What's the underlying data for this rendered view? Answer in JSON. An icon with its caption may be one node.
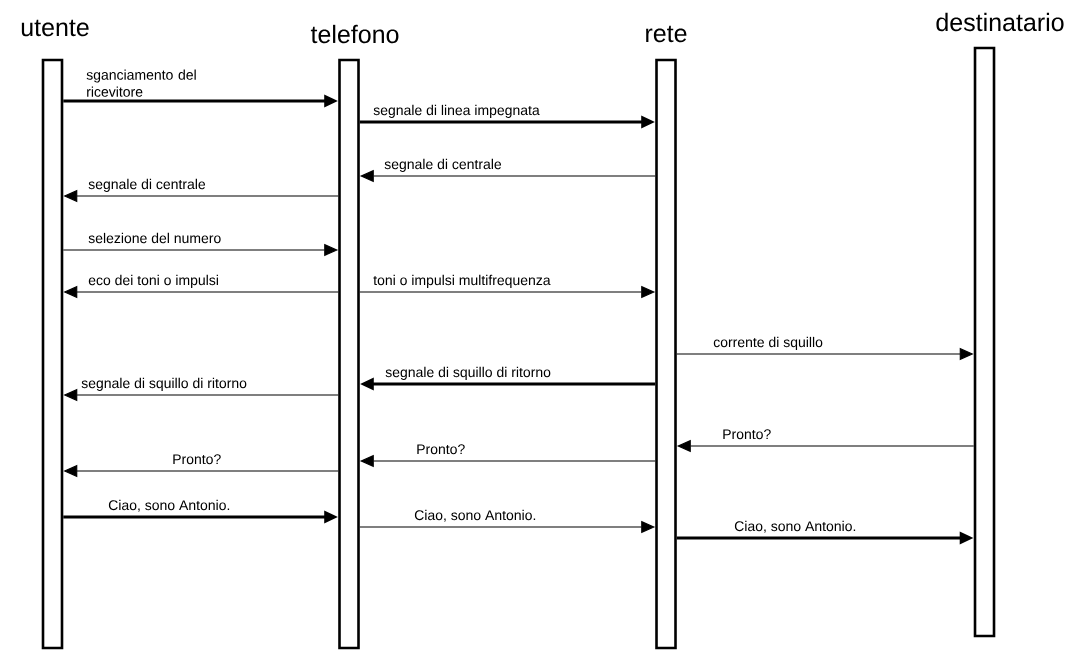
{
  "diagram": {
    "nodes": [
      {
        "text": [
          "utente"
        ]
      },
      {
        "text": [
          "telefono"
        ]
      },
      {
        "text": [
          "rete"
        ]
      },
      {
        "text": [
          "destinatario"
        ]
      }
    ],
    "edges": [
      {
        "from": 0,
        "to": 1,
        "arrow": "to",
        "label": "sganciamento del ricevitore",
        "style": "thick"
      },
      {
        "from": 1,
        "to": 2,
        "arrow": "to",
        "label": "segnale di linea impegnata",
        "style": "thick"
      },
      {
        "from": 2,
        "to": 1,
        "arrow": "to",
        "label": "segnale di centrale"
      },
      {
        "from": 1,
        "to": 0,
        "arrow": "to",
        "label": "segnale di centrale"
      },
      {
        "from": 0,
        "to": 1,
        "arrow": "to",
        "label": "selezione del numero"
      },
      {
        "from": 1,
        "to": 0,
        "arrow": "to",
        "label": "eco dei toni o impulsi"
      },
      {
        "from": 1,
        "to": 2,
        "arrow": "to",
        "label": "toni o impulsi multifrequenza"
      },
      {
        "from": 2,
        "to": 3,
        "arrow": "to",
        "label": "corrente di squillo"
      },
      {
        "from": 2,
        "to": 1,
        "arrow": "to",
        "label": "segnale di squillo di ritorno",
        "style": "thick"
      },
      {
        "from": 1,
        "to": 0,
        "arrow": "to",
        "label": "segnale di squillo di ritorno"
      },
      {
        "from": 3,
        "to": 2,
        "arrow": "to",
        "label": "Pronto?"
      },
      {
        "from": 2,
        "to": 1,
        "arrow": "to",
        "label": "Pronto?"
      },
      {
        "from": 1,
        "to": 0,
        "arrow": "to",
        "label": "Pronto?"
      },
      {
        "from": 0,
        "to": 1,
        "arrow": "to",
        "label": "Ciao, sono Antonio.",
        "style": "thick"
      },
      {
        "from": 1,
        "to": 2,
        "arrow": "to",
        "label": "Ciao, sono Antonio."
      },
      {
        "from": 2,
        "to": 3,
        "arrow": "to",
        "label": "Ciao, sono Antonio.",
        "style": "thick"
      }
    ]
  }
}
